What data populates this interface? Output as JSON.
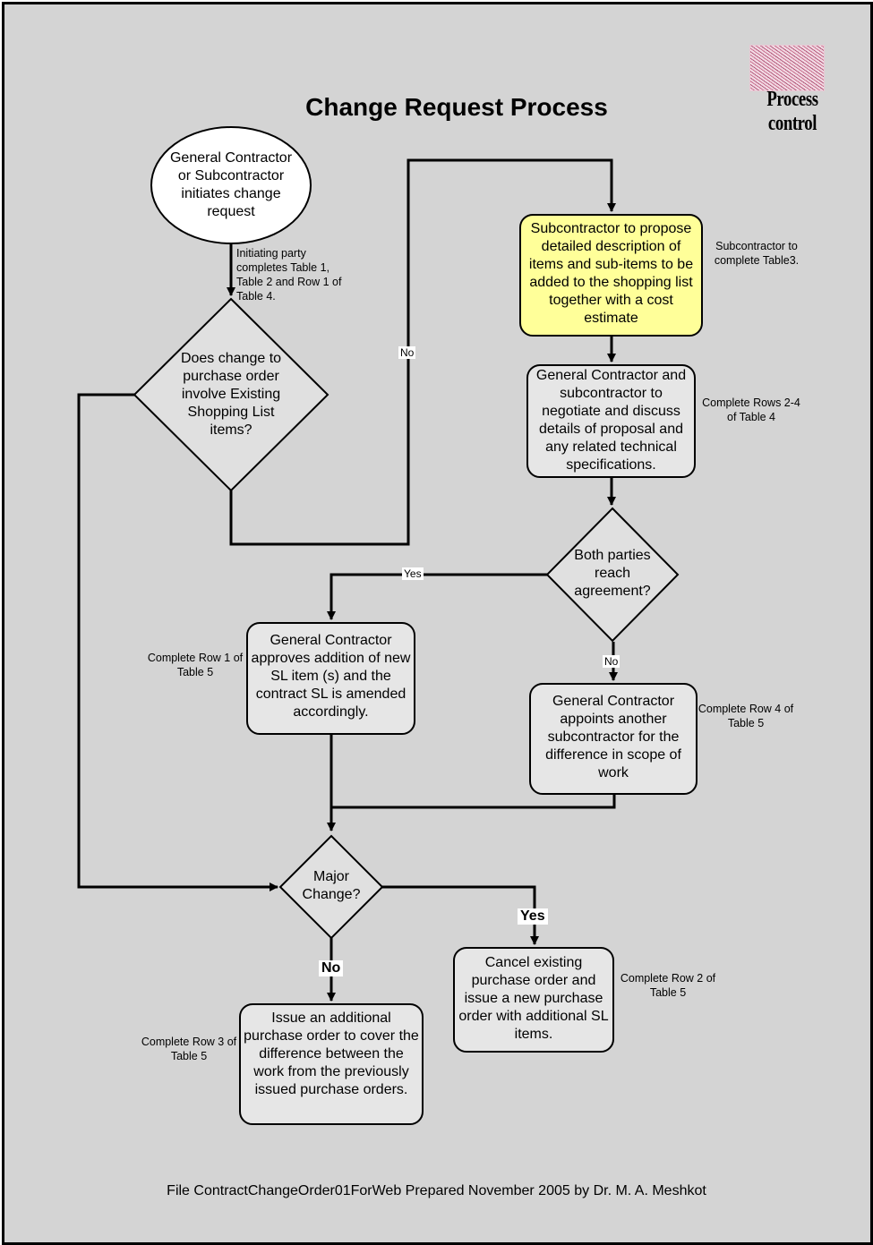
{
  "title": "Change Request  Process",
  "logo": {
    "text": "Process control"
  },
  "nodes": {
    "start": "General Contractor or Subcontractor initiates change request",
    "decision_existing": "Does change to purchase order involve Existing Shopping List items?",
    "propose": "Subcontractor to propose detailed description of items and sub-items to be added to the shopping list together with a cost estimate",
    "negotiate": "General Contractor and subcontractor to negotiate and discuss details of  proposal and any related technical specifications.",
    "decision_agreement": "Both parties reach agreement?",
    "approve": "General Contractor approves addition of new SL item (s) and the contract SL is amended accordingly.",
    "appoint": "General Contractor appoints another subcontractor for the difference in scope of work",
    "decision_major": "Major Change?",
    "cancel": "Cancel existing purchase order and issue a new purchase order with additional SL items.",
    "issue": "Issue an additional purchase order to cover the difference between the work from the previously issued purchase orders."
  },
  "notes": {
    "initiating": "Initiating party completes Table 1, Table 2 and Row 1 of Table 4.",
    "table3": "Subcontractor to complete Table3.",
    "rows_2_4": "Complete Rows 2-4 of Table 4",
    "row1_t5": "Complete Row 1 of Table 5",
    "row4_t5": "Complete Row 4 of Table 5",
    "row2_t5": "Complete Row 2 of Table 5",
    "row3_t5": "Complete Row 3 of Table 5"
  },
  "edge_labels": {
    "no_existing": "No",
    "yes_agreement": "Yes",
    "no_agreement": "No",
    "yes_major": "Yes",
    "no_major": "No"
  },
  "footer": "File ContractChangeOrder01ForWeb Prepared November 2005 by Dr. M. A. Meshkot",
  "colors": {
    "background": "#d4d4d4",
    "box_fill": "#e6e6e6",
    "highlight_fill": "#ffff99",
    "start_fill": "#ffffff",
    "line": "#000000"
  }
}
